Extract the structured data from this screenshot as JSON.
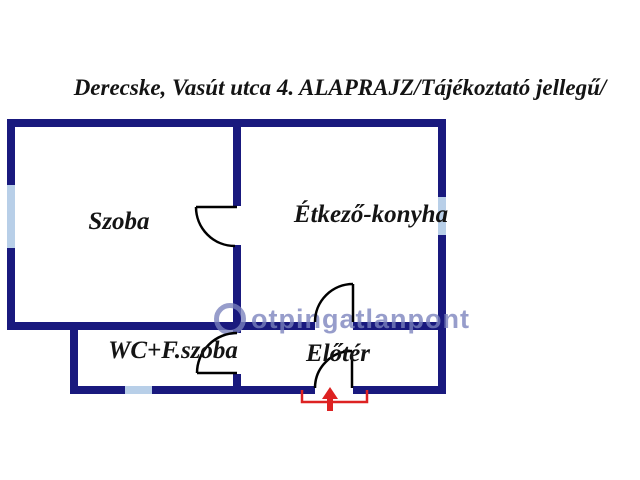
{
  "title": "Derecske, Vasút utca 4. ALAPRAJZ/Tájékoztató jellegű/",
  "rooms": [
    {
      "name": "Szoba"
    },
    {
      "name": "Étkező-konyha"
    },
    {
      "name": "WC+F.szoba"
    },
    {
      "name": "Előtér"
    }
  ],
  "watermark": {
    "text": "otpingatlanpont"
  },
  "colors": {
    "wall": "#19197e",
    "window": "#b8cfe8",
    "door_line": "#000000",
    "entrance_marker": "#dd2222",
    "watermark": "rgba(122,130,188,0.78)"
  }
}
